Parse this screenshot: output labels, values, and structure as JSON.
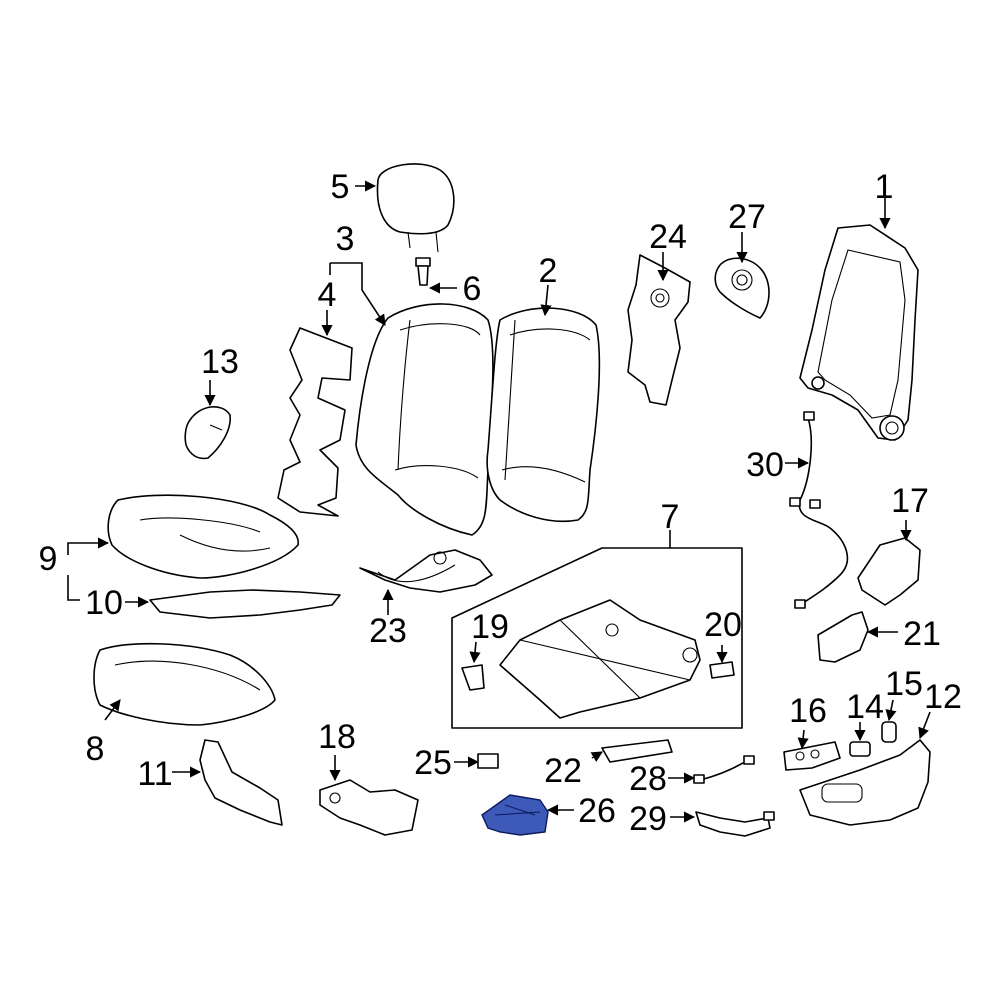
{
  "callouts": {
    "c1": "1",
    "c2": "2",
    "c3": "3",
    "c4": "4",
    "c5": "5",
    "c6": "6",
    "c7": "7",
    "c8": "8",
    "c9": "9",
    "c10": "10",
    "c11": "11",
    "c12": "12",
    "c13": "13",
    "c14": "14",
    "c15": "15",
    "c16": "16",
    "c17": "17",
    "c18": "18",
    "c19": "19",
    "c20": "20",
    "c21": "21",
    "c22": "22",
    "c23": "23",
    "c24": "24",
    "c25": "25",
    "c26": "26",
    "c27": "27",
    "c28": "28",
    "c29": "29",
    "c30": "30"
  },
  "highlighted_part": "26",
  "colors": {
    "highlight": "#3d5ab8",
    "line": "#000000",
    "background": "#ffffff"
  }
}
